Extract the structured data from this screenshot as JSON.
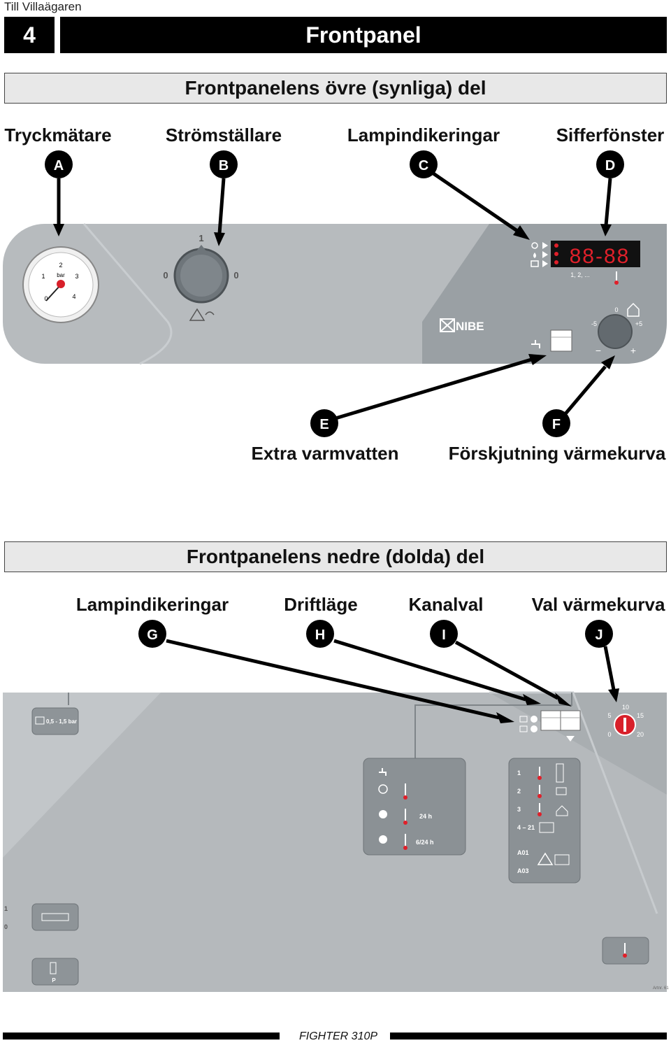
{
  "header": {
    "link_text": "Till Villaägaren",
    "chapter_number": "4",
    "chapter_title": "Frontpanel"
  },
  "upper": {
    "section_title": "Frontpanelens övre (synliga) del",
    "labels": {
      "A": "Tryckmätare",
      "B": "Strömställare",
      "C": "Lampindikeringar",
      "D": "Sifferfönster",
      "E": "Extra varmvatten",
      "F": "Förskjutning värmekurva"
    },
    "letters": {
      "A": "A",
      "B": "B",
      "C": "C",
      "D": "D",
      "E": "E",
      "F": "F"
    },
    "panel": {
      "gauge_unit": "bar",
      "gauge_ticks": [
        "0",
        "1",
        "2",
        "3",
        "4"
      ],
      "switch_top": "1",
      "switch_left": "0",
      "switch_right": "0",
      "display_digits": "88-88",
      "display_sub": "1, 2, ...",
      "brand": "NIBE",
      "curve_zero": "0",
      "curve_minus": "-5",
      "curve_plus": "+5",
      "sign_minus": "−",
      "sign_plus": "+"
    }
  },
  "lower": {
    "section_title": "Frontpanelens nedre (dolda) del",
    "labels": {
      "G": "Lampindikeringar",
      "H": "Driftläge",
      "I": "Kanalval",
      "J": "Val värmekurva"
    },
    "letters": {
      "G": "G",
      "H": "H",
      "I": "I",
      "J": "J"
    },
    "panel": {
      "pressure_text": "0,5 - 1,5 bar",
      "dial_ticks": [
        "0",
        "5",
        "10",
        "15",
        "20"
      ],
      "mode_24h": "24 h",
      "mode_624h": "6/24 h",
      "channel_rows": [
        "1",
        "2",
        "3",
        "4 – 21"
      ],
      "alarm_rows": [
        "A01",
        "A03"
      ],
      "switch_top": "1",
      "switch_bottom": "0",
      "p_label": "P",
      "article": "Artnr. 61"
    }
  },
  "footer": {
    "model": "FIGHTER 310P"
  },
  "colors": {
    "panel_gray": "#b7bbbe",
    "panel_dark": "#8f9599",
    "display_red": "#e0202a",
    "black": "#000000"
  }
}
